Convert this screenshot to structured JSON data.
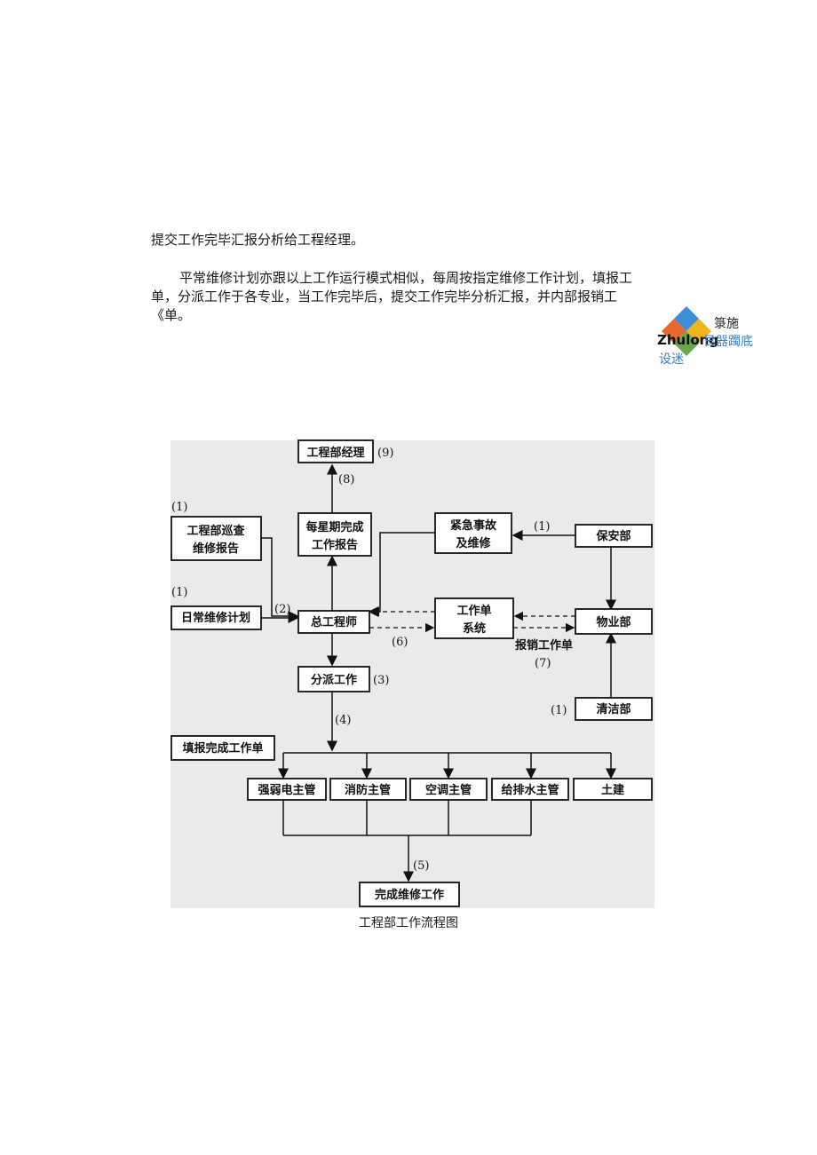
{
  "paragraph1": "提交工作完毕汇报分析给工程经理。",
  "paragraph2": {
    "line1": "平常维修计划亦跟以上工作运行模式相似，每周按指定维修工作计划，填报工",
    "line2": "单，分派工作于各专业，当工作完毕后，提交工作完毕分析汇报，并内部报销工",
    "line3": "《单。"
  },
  "logo": {
    "brand": "Zhulong",
    "top_text": "箓施",
    "right_text": "艮器躅底",
    "bottom_text": "设迷",
    "colors": [
      "#e8672a",
      "#3b8fd6",
      "#f2b51c",
      "#6aa84f"
    ]
  },
  "diagram": {
    "boxes": {
      "manager": "工程部经理",
      "weekly_report": [
        "每星期完成",
        "工作报告"
      ],
      "inspection": [
        "工程部巡查",
        "维修报告"
      ],
      "emergency": [
        "紧急事故",
        "及维修"
      ],
      "security": "保安部",
      "daily_plan": "日常维修计划",
      "chief": "总工程师",
      "work_order_system": [
        "工作单",
        "系统"
      ],
      "property": "物业部",
      "dispatch": "分派工作",
      "cleaning": "清洁部",
      "fill_form": "填报完成工作单",
      "trades": [
        "强弱电主管",
        "消防主管",
        "空调主管",
        "给排水主管",
        "土建"
      ],
      "complete": "完成维修工作"
    },
    "labels": {
      "n9": "(9)",
      "n8": "(8)",
      "n1a": "(1)",
      "n1b": "(1)",
      "n1c": "(1)",
      "n1d": "(1)",
      "n2": "(2)",
      "n6": "(6)",
      "n3": "(3)",
      "n4": "(4)",
      "n5": "(5)",
      "n7": "(7)",
      "reimburse": "报销工作单"
    }
  },
  "caption": "工程部工作流程图"
}
